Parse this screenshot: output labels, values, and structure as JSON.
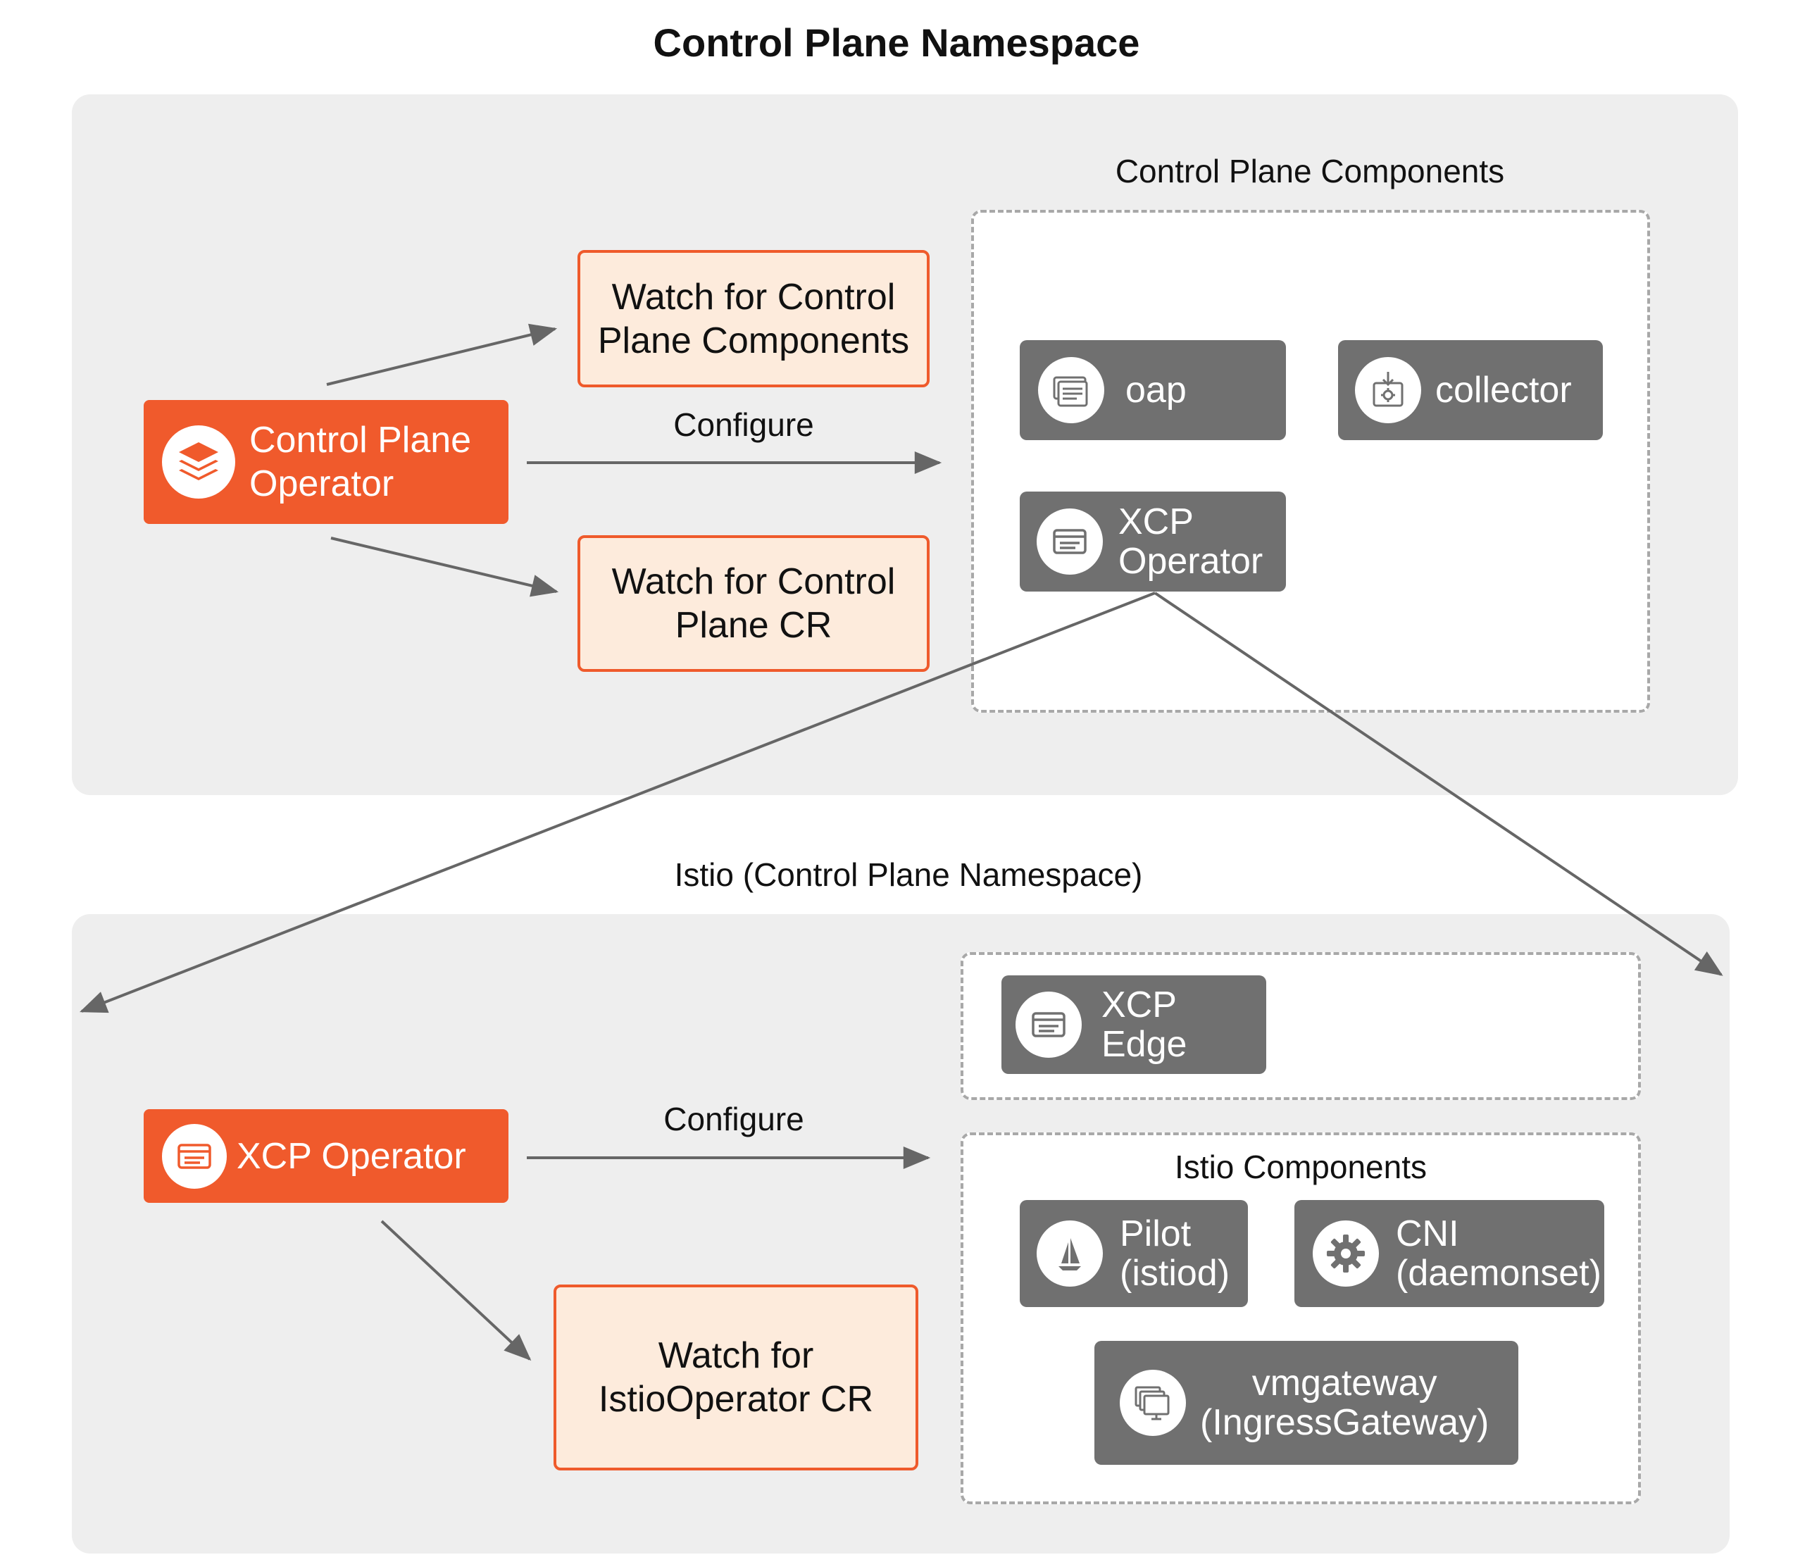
{
  "title": "Control Plane Namespace",
  "top": {
    "operator": {
      "line1": "Control Plane",
      "line2": "Operator",
      "icon": "layers-icon"
    },
    "watch_components": {
      "line1": "Watch for Control",
      "line2": "Plane Components"
    },
    "watch_cr": {
      "line1": "Watch for Control",
      "line2": "Plane CR"
    },
    "configure_label": "Configure",
    "components_caption": "Control Plane Components",
    "oap": {
      "label": "oap",
      "icon": "document-stack-icon"
    },
    "collector": {
      "label": "collector",
      "icon": "collector-icon"
    },
    "xcp_operator": {
      "line1": "XCP",
      "line2": "Operator",
      "icon": "window-icon"
    }
  },
  "bottom": {
    "caption": "Istio (Control Plane Namespace)",
    "operator": {
      "label": "XCP Operator",
      "icon": "window-icon"
    },
    "configure_label": "Configure",
    "watch_istio": {
      "line1": "Watch for",
      "line2": "IstioOperator CR"
    },
    "xcp_edge": {
      "line1": "XCP",
      "line2": "Edge",
      "icon": "window-icon"
    },
    "istio_caption": "Istio Components",
    "pilot": {
      "line1": "Pilot",
      "line2": "(istiod)",
      "icon": "sailboat-icon"
    },
    "cni": {
      "line1": "CNI",
      "line2": "(daemonset)",
      "icon": "gear-icon"
    },
    "vmgateway": {
      "line1": "vmgateway",
      "line2": "(IngressGateway)",
      "icon": "monitors-icon"
    }
  },
  "colors": {
    "accent_orange": "#f05a2c",
    "watch_fill": "#fdebdc",
    "component_gray": "#707070",
    "panel_gray": "#eeeeee",
    "dashed_border": "#a8a8a8",
    "arrow_gray": "#666666"
  }
}
